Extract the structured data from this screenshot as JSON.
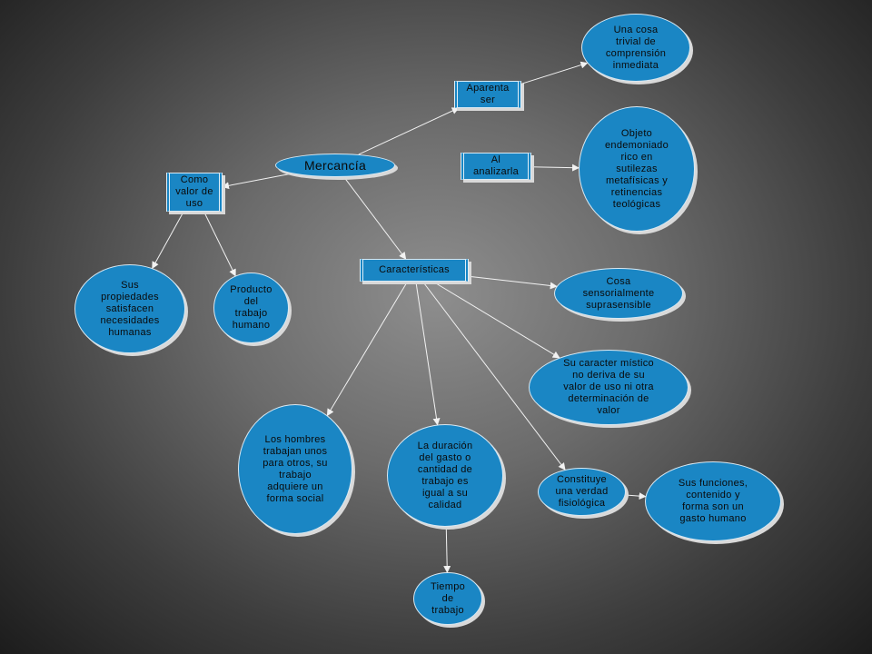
{
  "nodes": {
    "mercancia": "Mercancía",
    "aparenta_ser": "Aparenta\nser",
    "al_analizarla": "Al\nanalizarla",
    "cosa_trivial": "Una cosa\ntrivial de\ncomprensión\ninmediata",
    "objeto_endemoniado": "Objeto\nendemoniado\nrico en\nsutilezas\nmetafísicas y\nretinencias\nteológicas",
    "como_valor_uso": "Como\nvalor de\nuso",
    "sus_propiedades": "Sus\npropiedades\nsatisfacen\nnecesidades\nhumanas",
    "producto_trabajo": "Producto\ndel\ntrabajo\nhumano",
    "caracteristicas": "Características",
    "cosa_sensorialmente": "Cosa\nsensorialmente\nsuprasensible",
    "caracter_mistico": "Su caracter místico\nno deriva de su\nvalor de uso ni otra\ndeterminación de\nvalor",
    "hombres_trabajan": "Los hombres\ntrabajan unos\npara otros, su\ntrabajo\nadquiere un\nforma social",
    "duracion_gasto": "La duración\ndel gasto o\ncantidad de\ntrabajo es\nigual a su\ncalidad",
    "verdad_fisiologica": "Constituye\nuna verdad\nfisiológica",
    "sus_funciones": "Sus funciones,\ncontenido y\nforma son un\ngasto humano",
    "tiempo_trabajo": "Tiempo\nde\ntrabajo"
  },
  "edges": [
    [
      "mercancia",
      "aparenta_ser"
    ],
    [
      "aparenta_ser",
      "cosa_trivial"
    ],
    [
      "mercancia",
      "como_valor_uso"
    ],
    [
      "al_analizarla",
      "objeto_endemoniado"
    ],
    [
      "como_valor_uso",
      "sus_propiedades"
    ],
    [
      "como_valor_uso",
      "producto_trabajo"
    ],
    [
      "mercancia",
      "caracteristicas"
    ],
    [
      "caracteristicas",
      "cosa_sensorialmente"
    ],
    [
      "caracteristicas",
      "caracter_mistico"
    ],
    [
      "caracteristicas",
      "hombres_trabajan"
    ],
    [
      "caracteristicas",
      "duracion_gasto"
    ],
    [
      "caracteristicas",
      "verdad_fisiologica"
    ],
    [
      "verdad_fisiologica",
      "sus_funciones"
    ],
    [
      "duracion_gasto",
      "tiempo_trabajo"
    ]
  ],
  "colors": {
    "node_fill": "#1a86c4",
    "edge": "#f2f2f2"
  }
}
